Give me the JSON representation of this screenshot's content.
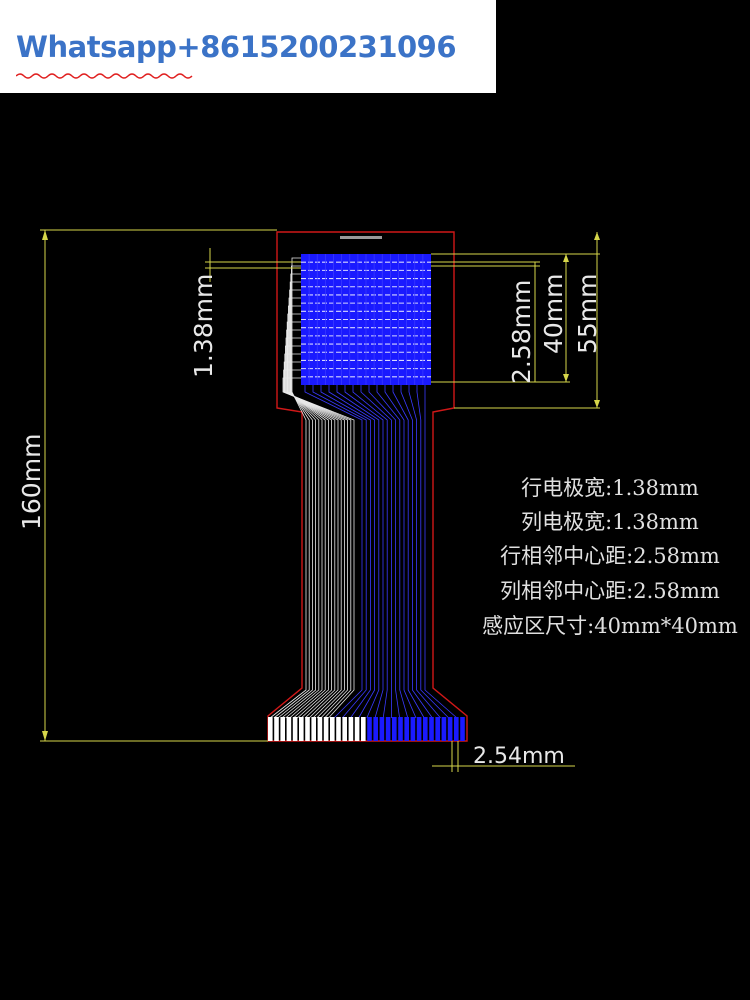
{
  "banner": {
    "text": "Whatsapp+8615200231096"
  },
  "dimensions": {
    "total_height": "160mm",
    "row_width": "1.38mm",
    "pitch": "2.58mm",
    "sensor_size": "40mm",
    "board_height": "55mm",
    "pin_pitch": "2.54mm"
  },
  "specs": [
    "行电极宽:1.38mm",
    "列电极宽:1.38mm",
    "行相邻中心距:2.58mm",
    "列相邻中心距:2.58mm",
    "感应区尺寸:40mm*40mm"
  ],
  "colors": {
    "background": "#000000",
    "outline": "#d01818",
    "dimension": "#d6d64a",
    "electrode": "#1a1aff",
    "trace": "#e8e8e8",
    "banner_text": "#3b73c7"
  }
}
